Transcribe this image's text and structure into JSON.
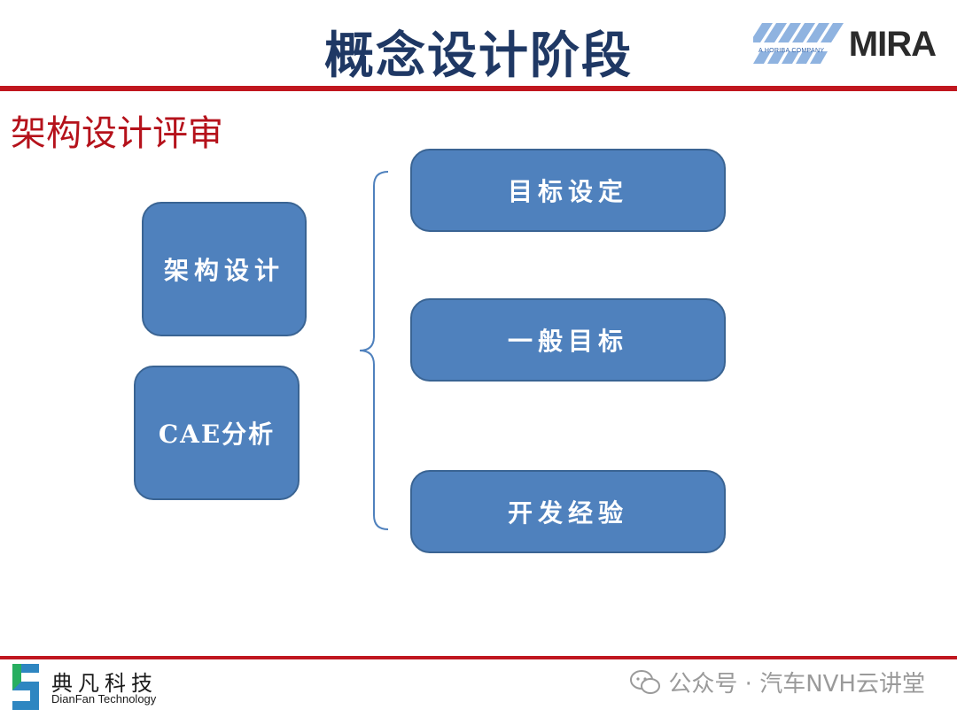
{
  "slide": {
    "title": "概念设计阶段",
    "subtitle": "架构设计评审"
  },
  "logo": {
    "brand": "MIRA",
    "tagline": "A HORIBA COMPANY"
  },
  "diagram": {
    "left_boxes": [
      {
        "label": "架构设计"
      },
      {
        "label": "CAE分析"
      }
    ],
    "right_boxes": [
      {
        "label": "目标设定"
      },
      {
        "label": "一般目标"
      },
      {
        "label": "开发经验"
      }
    ]
  },
  "footer": {
    "company_cn": "典凡科技",
    "company_en": "DianFan Technology",
    "watermark": "公众号 · 汽车NVH云讲堂"
  },
  "colors": {
    "box_fill": "#4f81bd",
    "rule_red": "#c0171f",
    "title_navy": "#1f3864",
    "subtitle_red": "#b5121b"
  }
}
